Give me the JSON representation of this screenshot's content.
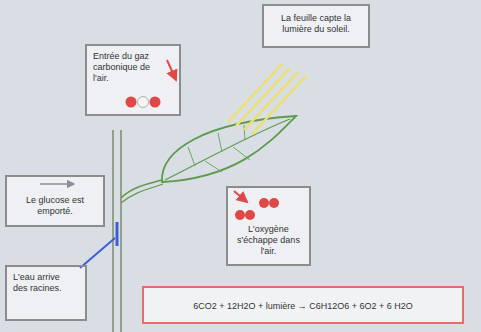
{
  "diagram": {
    "nodes": [
      {
        "text": [
          "La feuille capte la lumière du soleil."
        ]
      },
      {
        "text": [
          "Entrée du gaz carbonique de l'air."
        ]
      },
      {
        "text": [
          "Le glucose est emporté."
        ]
      },
      {
        "text": [
          "L'oxygène s'échappe dans l'air."
        ]
      },
      {
        "text": [
          "L'eau arrive des racines."
        ]
      },
      {
        "text": [
          "6CO2 + 12H2O + lumière → C6H12O6 + 6O2 + 6 H2O"
        ]
      }
    ]
  }
}
